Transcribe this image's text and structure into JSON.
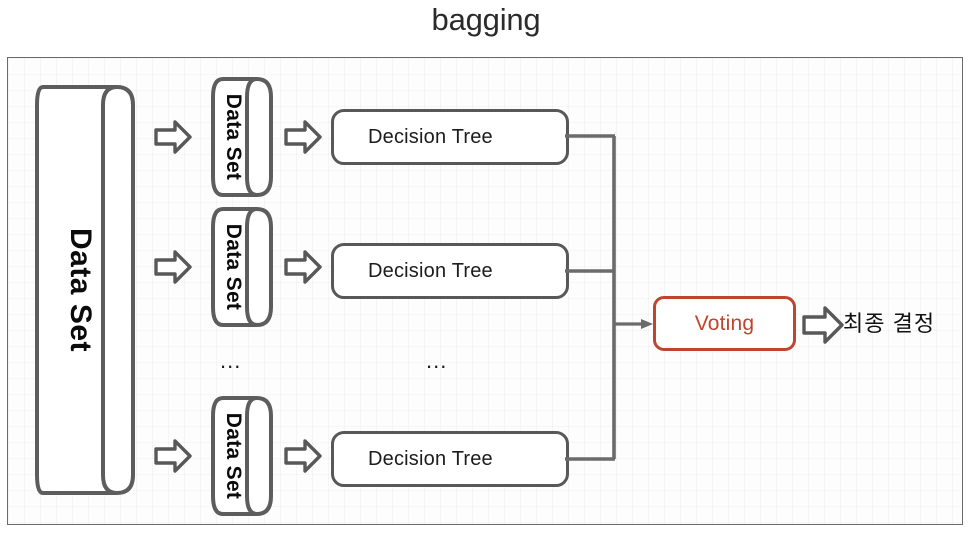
{
  "title": "bagging",
  "diagram": {
    "type": "flowchart",
    "topic": "bagging ensemble",
    "source_dataset": {
      "label": "Data Set",
      "orientation": "vertical-rotated"
    },
    "bootstrap_samples": [
      {
        "label": "Data Set"
      },
      {
        "label": "Data Set"
      },
      {
        "label": "Data Set"
      }
    ],
    "models": [
      {
        "label": "Decision Tree"
      },
      {
        "label": "Decision Tree"
      },
      {
        "label": "Decision Tree"
      }
    ],
    "aggregator": {
      "label": "Voting",
      "color": "#c0452e"
    },
    "output": {
      "label": "최종 결정"
    },
    "ellipsis": {
      "sampling_column": "...",
      "model_column": "..."
    },
    "arrow_icons": {
      "sample_arrow": "block-arrow-right-icon",
      "model_arrow": "block-arrow-right-icon",
      "output_arrow": "block-arrow-right-icon",
      "bus_arrow": "line-arrow-right-icon"
    },
    "colors": {
      "outline": "#585858",
      "frame": "#6a6a6a",
      "accent": "#c0452e",
      "text": "#1c1c1c",
      "background": "#fdfdfd"
    }
  }
}
